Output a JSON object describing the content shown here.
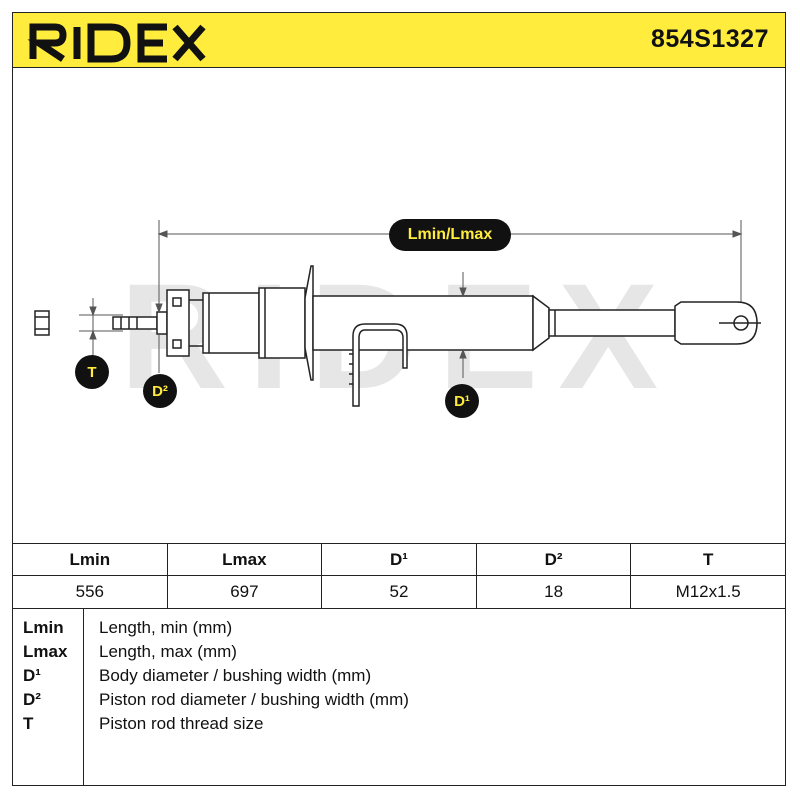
{
  "header": {
    "brand": "RIDEX",
    "part_number": "854S1327"
  },
  "drawing": {
    "watermark": "RIDEX",
    "labels": {
      "length": "Lmin/Lmax",
      "thread": "T",
      "rod_diameter": "D²",
      "body_diameter": "D¹"
    }
  },
  "table": {
    "headers": [
      "Lmin",
      "Lmax",
      "D¹",
      "D²",
      "T"
    ],
    "values": [
      "556",
      "697",
      "52",
      "18",
      "M12x1.5"
    ]
  },
  "legend": [
    {
      "key": "Lmin",
      "desc": "Length, min (mm)"
    },
    {
      "key": "Lmax",
      "desc": "Length, max (mm)"
    },
    {
      "key": "D¹",
      "desc": "Body diameter / bushing width (mm)"
    },
    {
      "key": "D²",
      "desc": "Piston rod diameter / bushing width (mm)"
    },
    {
      "key": "T",
      "desc": "Piston rod thread size"
    }
  ],
  "colors": {
    "accent": "#ffec3d",
    "ink": "#111111"
  }
}
